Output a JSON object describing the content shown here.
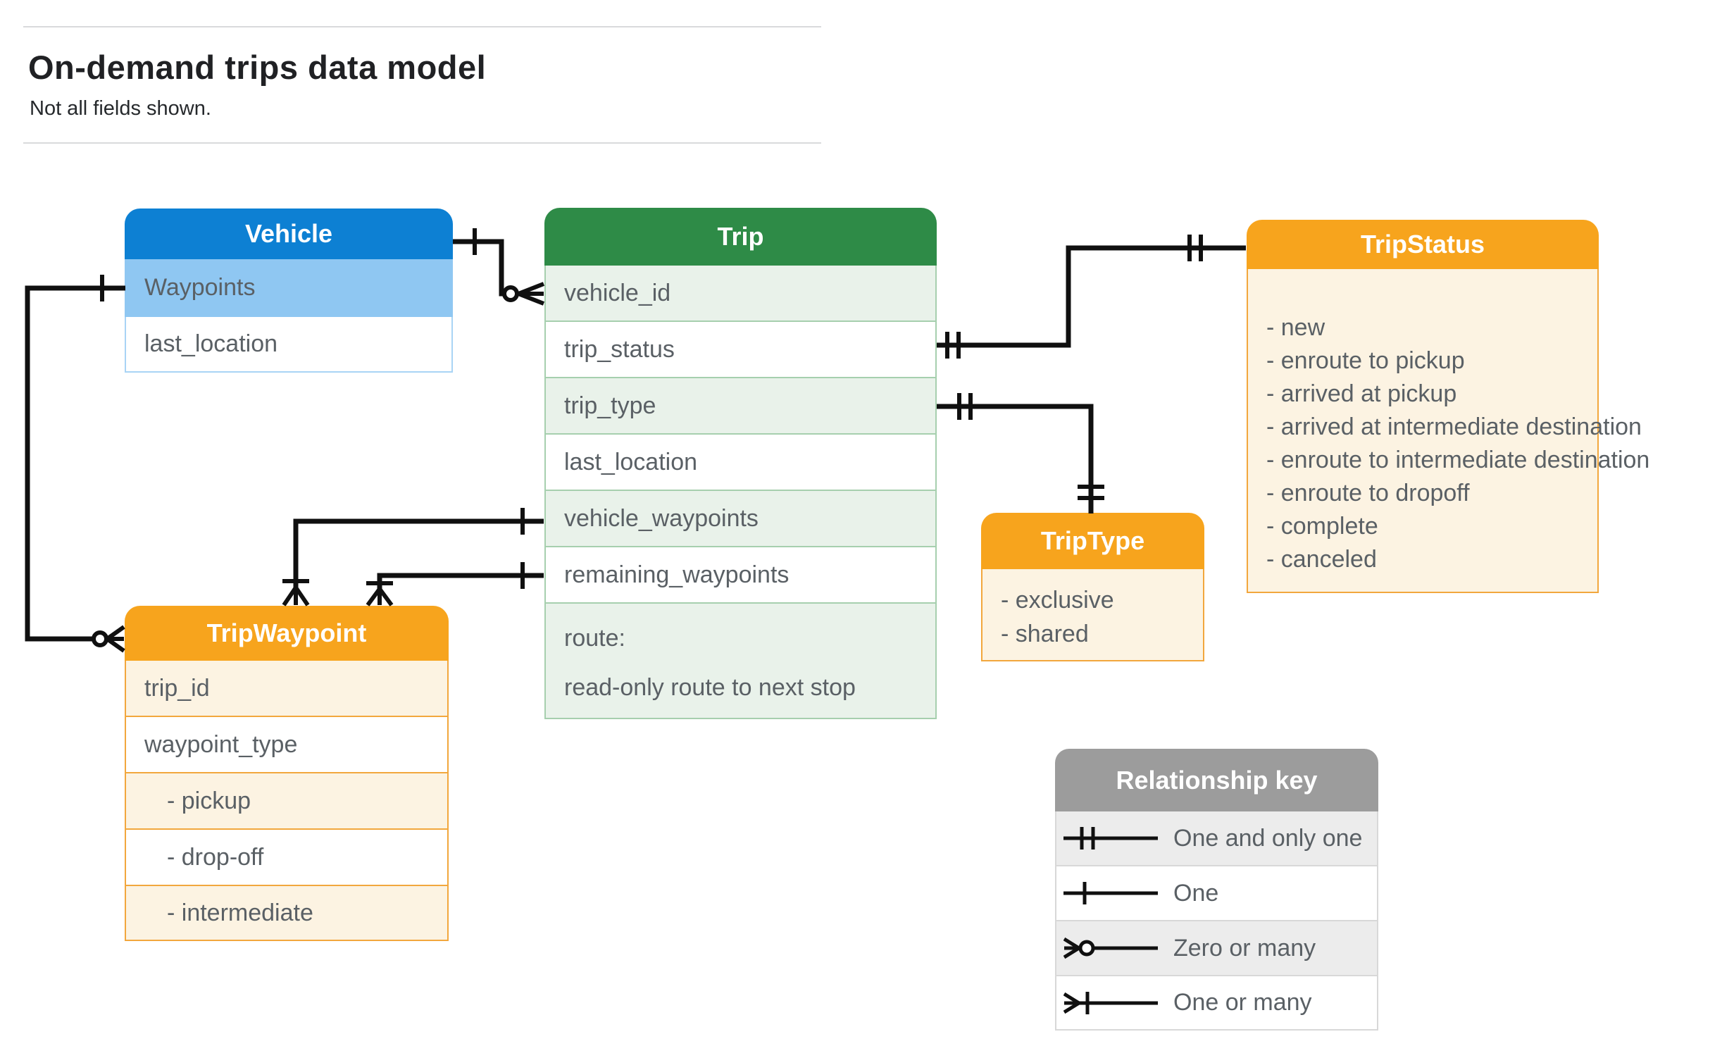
{
  "header": {
    "title": "On-demand trips data model",
    "subtitle": "Not all fields shown."
  },
  "entities": {
    "vehicle": {
      "title": "Vehicle",
      "rows": [
        "Waypoints",
        "last_location"
      ]
    },
    "trip": {
      "title": "Trip",
      "rows": [
        "vehicle_id",
        "trip_status",
        "trip_type",
        "last_location",
        "vehicle_waypoints",
        "remaining_waypoints"
      ],
      "route": {
        "line1": "route:",
        "line2": "read-only route to next stop"
      }
    },
    "trip_status": {
      "title": "TripStatus",
      "items": [
        "- new",
        "- enroute to pickup",
        "- arrived at pickup",
        "- arrived at intermediate destination",
        "- enroute to intermediate destination",
        "- enroute to dropoff",
        "- complete",
        "- canceled"
      ]
    },
    "trip_type": {
      "title": "TripType",
      "items": [
        "- exclusive",
        "- shared"
      ]
    },
    "trip_waypoint": {
      "title": "TripWaypoint",
      "rows": [
        "trip_id",
        "waypoint_type",
        "- pickup",
        "- drop-off",
        "- intermediate"
      ]
    }
  },
  "legend": {
    "title": "Relationship key",
    "rows": [
      {
        "symbol": "one-and-only-one",
        "label": "One and only one"
      },
      {
        "symbol": "one",
        "label": "One"
      },
      {
        "symbol": "zero-or-many",
        "label": "Zero or many"
      },
      {
        "symbol": "one-or-many",
        "label": "One or many"
      }
    ]
  },
  "colors": {
    "vehicle_header": "#0d80d3",
    "vehicle_highlight_row": "#8fc7f2",
    "trip_header": "#2e8b47",
    "trip_row_tint": "#e9f2ea",
    "orange_header": "#f7a41d",
    "orange_row_tint": "#fcf3e2",
    "legend_header": "#9c9c9c",
    "legend_row_tint": "#ececec",
    "connector": "#101010",
    "row_text": "#5a6065"
  }
}
